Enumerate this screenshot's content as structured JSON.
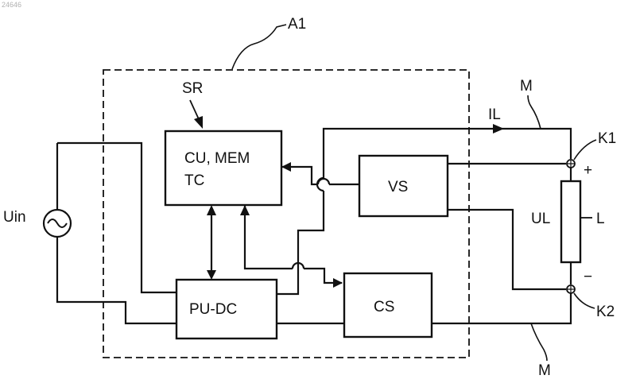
{
  "corner_number": "24646",
  "labels": {
    "a1": "A1",
    "sr": "SR",
    "il": "IL",
    "m_top": "M",
    "m_bottom": "M",
    "k1": "K1",
    "k2": "K2",
    "plus": "+",
    "minus": "−",
    "ul": "UL",
    "l": "L",
    "uin": "Uin"
  },
  "blocks": {
    "cu_line1": "CU, MEM",
    "cu_line2": "TC",
    "vs": "VS",
    "pudc": "PU-DC",
    "cs": "CS"
  }
}
